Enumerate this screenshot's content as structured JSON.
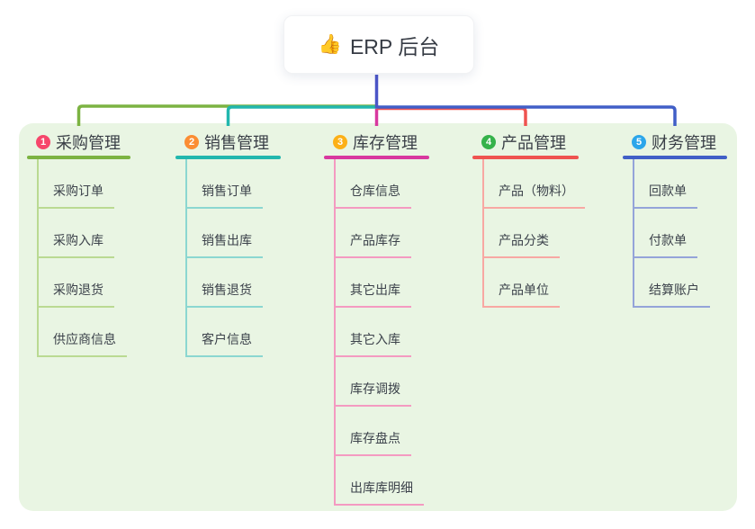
{
  "root": {
    "icon": "👍",
    "label": "ERP 后台",
    "line_color": "#4b55c7"
  },
  "panel": {
    "background": "#e9f5e3"
  },
  "branches": [
    {
      "badge": "1",
      "label": "采购管理",
      "colors": {
        "badge": "#f6466b",
        "line": "#7cb342",
        "child_line": "#bada92"
      },
      "children": [
        "采购订单",
        "采购入库",
        "采购退货",
        "供应商信息"
      ]
    },
    {
      "badge": "2",
      "label": "销售管理",
      "colors": {
        "badge": "#fb8d33",
        "line": "#22b7ae",
        "child_line": "#8bd7d1"
      },
      "children": [
        "销售订单",
        "销售出库",
        "销售退货",
        "客户信息"
      ]
    },
    {
      "badge": "3",
      "label": "库存管理",
      "colors": {
        "badge": "#fcb017",
        "line": "#d8389f",
        "child_line": "#f49ac1"
      },
      "children": [
        "仓库信息",
        "产品库存",
        "其它出库",
        "其它入库",
        "库存调拨",
        "库存盘点",
        "出库库明细"
      ]
    },
    {
      "badge": "4",
      "label": "产品管理",
      "colors": {
        "badge": "#35b24a",
        "line": "#ef5350",
        "child_line": "#f8a8a3"
      },
      "children": [
        "产品（物料）",
        "产品分类",
        "产品单位"
      ]
    },
    {
      "badge": "5",
      "label": "财务管理",
      "colors": {
        "badge": "#2ba6ea",
        "line": "#415fc7",
        "child_line": "#94a4d9"
      },
      "children": [
        "回款单",
        "付款单",
        "结算账户"
      ]
    }
  ]
}
